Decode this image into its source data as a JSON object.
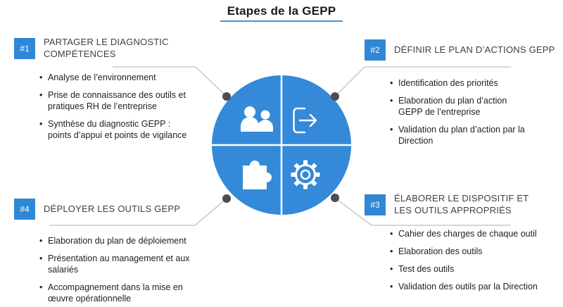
{
  "title": "Etapes de la GEPP",
  "colors": {
    "badge_blue": "#2f87d6",
    "circle_blue": "#3489d8",
    "title_underline_blue": "#4a90d2",
    "connector_gray": "#bdbdbd",
    "dot_gray": "#4d4d4d",
    "heading_gray": "#3f3f3f",
    "body_text": "#1f1f1f",
    "icon_white": "#ffffff"
  },
  "steps": [
    {
      "badge": "#1",
      "title": "PARTAGER LE DIAGNOSTIC COMPÉTENCES",
      "bullets": [
        "Analyse de l’environnement",
        "Prise de connaissance des outils et pratiques RH de l’entreprise",
        "Synthèse du diagnostic GEPP : points d’appui et points de vigilance"
      ]
    },
    {
      "badge": "#2",
      "title": "DÉFINIR LE PLAN D’ACTIONS GEPP",
      "bullets": [
        "Identification des priorités",
        "Elaboration du plan d’action GEPP de l’entreprise",
        "Validation du plan d’action par la Direction"
      ]
    },
    {
      "badge": "#3",
      "title": "ÉLABORER LE DISPOSITIF ET LES OUTILS APPROPRIÉS",
      "bullets": [
        "Cahier des charges de chaque outil",
        "Elaboration des outils",
        "Test des outils",
        "Validation des outils par la Direction"
      ]
    },
    {
      "badge": "#4",
      "title": "DÉPLOYER LES OUTILS GEPP",
      "bullets": [
        "Elaboration du plan de déploiement",
        "Présentation au management et aux salariés",
        "Accompagnement dans la mise en œuvre opérationnelle"
      ]
    }
  ],
  "center": {
    "icons": [
      "team-icon",
      "exit-arrow-icon",
      "puzzle-icon",
      "gear-icon"
    ]
  }
}
